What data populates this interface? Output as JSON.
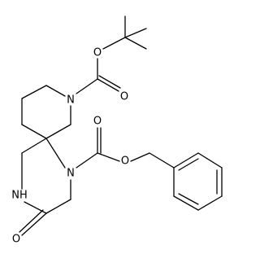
{
  "molecule": {
    "atom_labels": {
      "o_tbu_ether": "O",
      "o_boc_carbonyl": "O",
      "n_boc": "N",
      "o_cbz_carbonyl": "O",
      "o_cbz_ether": "O",
      "n_cbz": "N",
      "nh_lactam": "NH",
      "o_lactam": "O"
    },
    "colors": {
      "bond": "#000000",
      "label": "#000000",
      "background": "#ffffff"
    }
  }
}
